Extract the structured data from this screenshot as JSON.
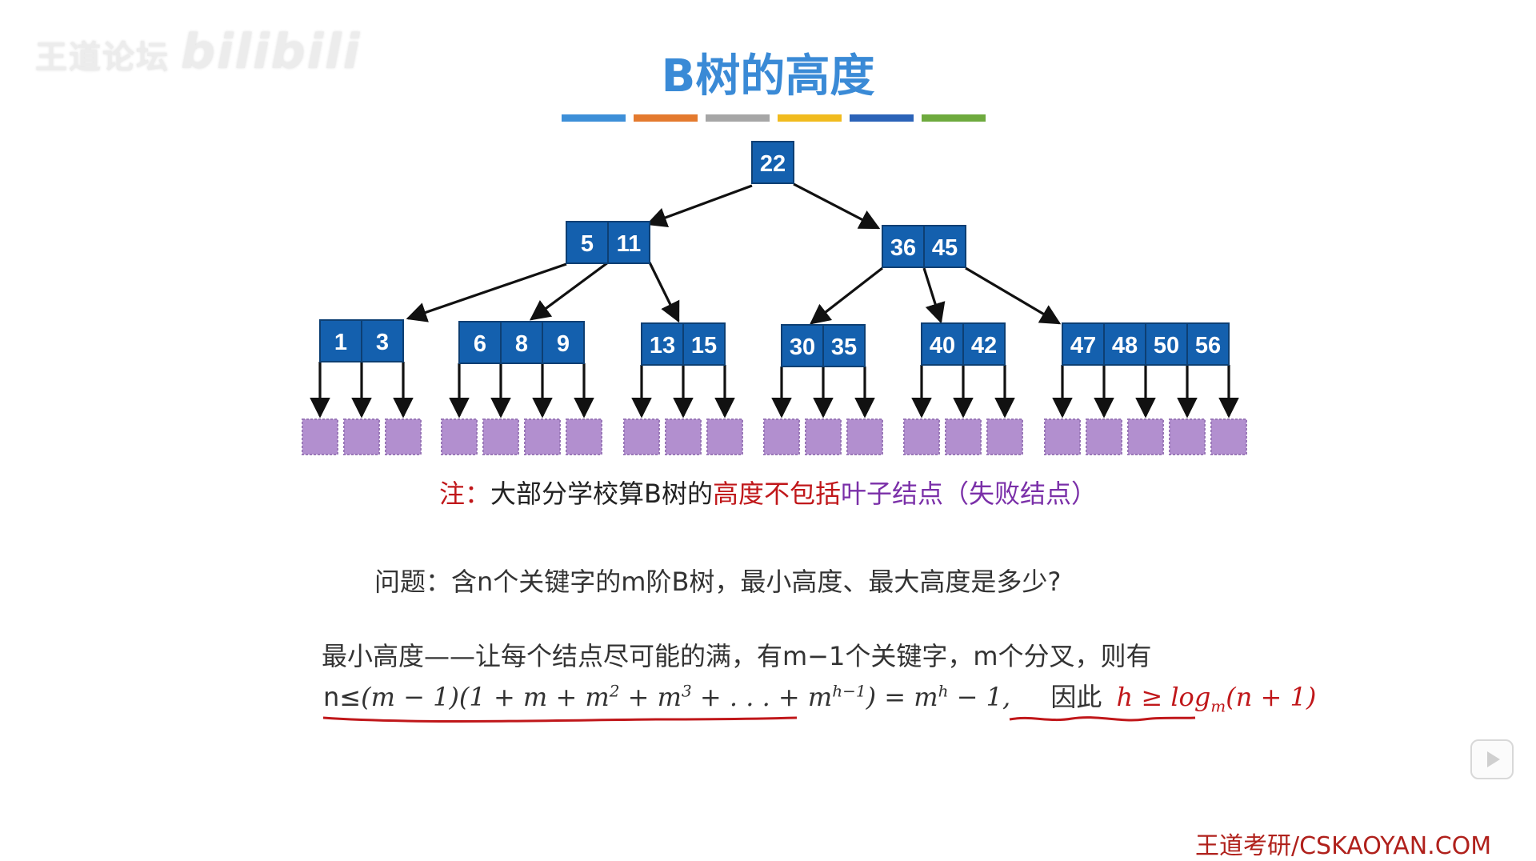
{
  "watermark": {
    "text": "王道论坛",
    "logo": "bilibili"
  },
  "title": "B树的高度",
  "title_bar_colors": [
    "#3d8fd8",
    "#e47a2e",
    "#a6a6a6",
    "#f1bb1e",
    "#2b63b8",
    "#6eaa3e"
  ],
  "tree": {
    "root": [
      "22"
    ],
    "level2": [
      [
        "5",
        "11"
      ],
      [
        "36",
        "45"
      ]
    ],
    "leaves_keys": [
      [
        "1",
        "3"
      ],
      [
        "6",
        "8",
        "9"
      ],
      [
        "13",
        "15"
      ],
      [
        "30",
        "35"
      ],
      [
        "40",
        "42"
      ],
      [
        "47",
        "48",
        "50",
        "56"
      ]
    ],
    "colors": {
      "node": "#1460ae",
      "node_border": "#0d3f73",
      "key_text": "#ffffff",
      "leaf": "#b28fcf",
      "arrow": "#111111"
    }
  },
  "note": {
    "prefix": "注：",
    "normal": "大部分学校算B树的",
    "red": "高度不包括",
    "purple": "叶子结点（失败结点）"
  },
  "question": "问题：含n个关键字的m阶B树，最小高度、最大高度是多少?",
  "min_height": {
    "line1": "最小高度——让每个结点尽可能的满，有m−1个关键字，m个分叉，则有",
    "n_le": "n≤",
    "therefore": "因此"
  },
  "footer": "王道考研/CSKAOYAN.COM"
}
